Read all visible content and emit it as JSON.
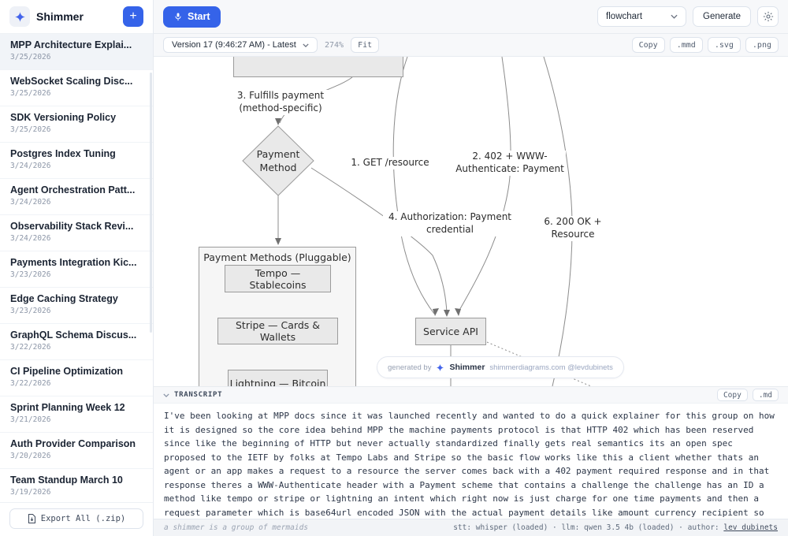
{
  "app": {
    "title": "Shimmer"
  },
  "colors": {
    "accent": "#3563e9",
    "node_fill": "#e9e9e9",
    "node_border": "#9b9b9b",
    "edge": "#8c8c8c",
    "canvas": "#ffffff"
  },
  "icons": {
    "logo": "sparkle-icon",
    "new_chat": "plus-icon",
    "start": "microphone-icon",
    "settings": "gear-icon",
    "export_all": "file-download-icon",
    "selects": "chevron-down-icon",
    "transcript": "chevron-down-icon"
  },
  "sidebar": {
    "new_button": "+",
    "export_label": "Export All (.zip)",
    "items": [
      {
        "title": "MPP Architecture Explai...",
        "date": "3/25/2026"
      },
      {
        "title": "WebSocket Scaling Disc...",
        "date": "3/25/2026"
      },
      {
        "title": "SDK Versioning Policy",
        "date": "3/25/2026"
      },
      {
        "title": "Postgres Index Tuning",
        "date": "3/24/2026"
      },
      {
        "title": "Agent Orchestration Patt...",
        "date": "3/24/2026"
      },
      {
        "title": "Observability Stack Revi...",
        "date": "3/24/2026"
      },
      {
        "title": "Payments Integration Kic...",
        "date": "3/23/2026"
      },
      {
        "title": "Edge Caching Strategy",
        "date": "3/23/2026"
      },
      {
        "title": "GraphQL Schema Discus...",
        "date": "3/22/2026"
      },
      {
        "title": "CI Pipeline Optimization",
        "date": "3/22/2026"
      },
      {
        "title": "Sprint Planning Week 12",
        "date": "3/21/2026"
      },
      {
        "title": "Auth Provider Comparison",
        "date": "3/20/2026"
      },
      {
        "title": "Team Standup March 10",
        "date": "3/19/2026"
      }
    ]
  },
  "topbar": {
    "start_label": "Start",
    "diagram_type": "flowchart",
    "generate_label": "Generate"
  },
  "toolbar": {
    "version_label": "Version 17 (9:46:27 AM) - Latest",
    "zoom_level": "274%",
    "fit_label": "Fit",
    "copy_label": "Copy",
    "export_mmd": ".mmd",
    "export_svg": ".svg",
    "export_png": ".png"
  },
  "diagram": {
    "nodes": {
      "payment_method": "Payment Method",
      "subgraph_label": "Payment Methods (Pluggable)",
      "tempo": "Tempo — Stablecoins",
      "stripe": "Stripe — Cards & Wallets",
      "lightning": "Lightning — Bitcoin",
      "service_api": "Service API"
    },
    "edge_labels": {
      "e1": "1. GET /resource",
      "e2": "2. 402 + WWW-Authenticate: Payment",
      "e3": "3. Fulfills payment (method-specific)",
      "e4": "4. Authorization: Payment credential",
      "e6": "6. 200 OK + Resource"
    },
    "watermark": {
      "prefix": "generated by",
      "brand": "Shimmer",
      "suffix": "shimmerdiagrams.com @levdubinets"
    }
  },
  "transcript": {
    "header": "TRANSCRIPT",
    "copy_label": "Copy",
    "export_md": ".md",
    "text": "I've been looking at MPP docs since it was launched recently and wanted to do a quick explainer for this group on how it is designed so the core idea behind MPP the machine payments protocol is that HTTP 402 which has been reserved since like the beginning of HTTP but never actually standardized finally gets real semantics its an open spec proposed to the IETF by folks at Tempo Labs and Stripe so the basic flow works like this a client whether thats an agent or an app makes a request to a resource the server comes back with a 402 payment required response and in that response theres a WWW-Authenticate header with a Payment scheme that contains a challenge the challenge has an ID a method like tempo or stripe or lightning an intent which right now is just charge for one time payments and then a request parameter which is base64url encoded JSON with the actual payment details like amount currency recipient so then the client fulfills"
  },
  "statusbar": {
    "tagline": "a shimmer is a group of mermaids",
    "status_prefix": "stt: whisper (loaded) · llm: qwen 3.5 4b (loaded) · author: ",
    "author_name": "lev dubinets"
  }
}
